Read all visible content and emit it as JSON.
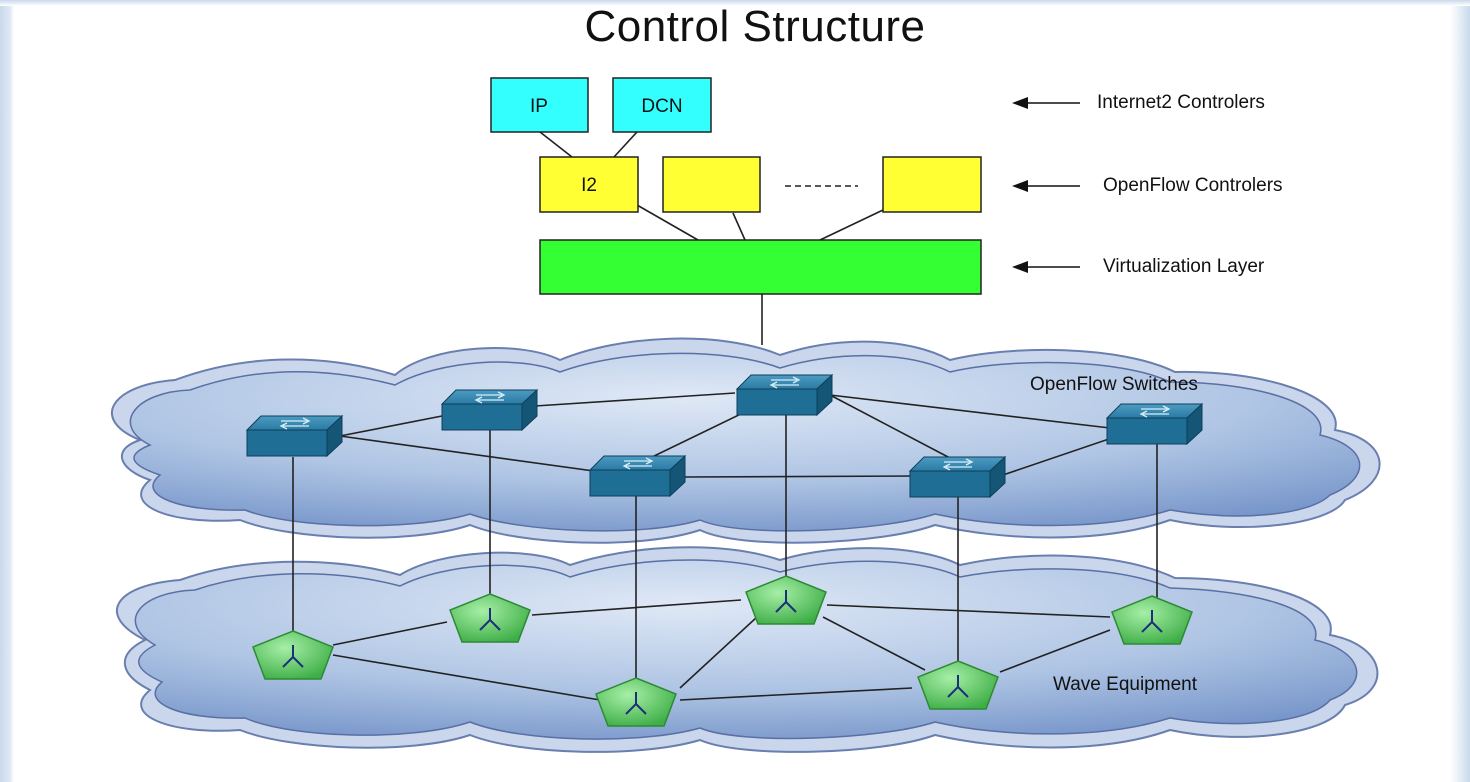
{
  "title": "Control Structure",
  "controllers": {
    "ip": "IP",
    "dcn": "DCN",
    "i2": "I2",
    "dots": "-------"
  },
  "layers": {
    "internet2": "Internet2 Controlers",
    "openflow": "OpenFlow Controlers",
    "virtualization": "Virtualization Layer",
    "switches": "OpenFlow Switches",
    "wave": "Wave Equipment"
  },
  "colors": {
    "internet2_controller": "#33ffff",
    "openflow_controller": "#ffff33",
    "virtualization_layer": "#33ff33",
    "cloud": "#a9c0e0",
    "switch": "#1f6e95",
    "wave_node": "#6cd46c"
  }
}
